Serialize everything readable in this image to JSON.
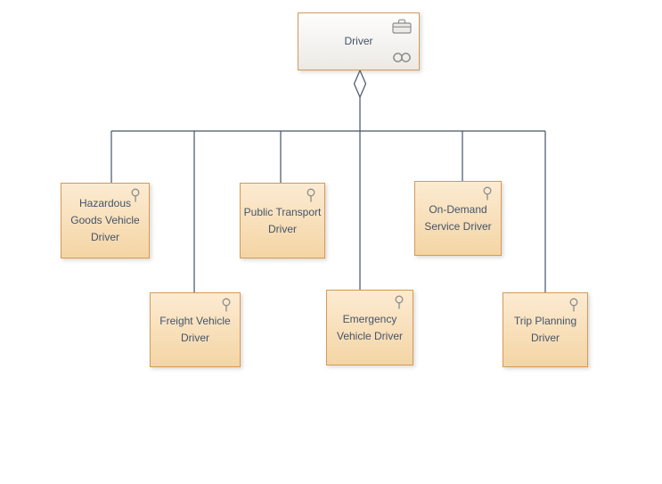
{
  "root": {
    "label": "Driver"
  },
  "children": [
    {
      "label": "Hazardous Goods Vehicle Driver"
    },
    {
      "label": "Public Transport Driver"
    },
    {
      "label": "On-Demand Service Driver"
    },
    {
      "label": "Freight Vehicle Driver"
    },
    {
      "label": "Emergency Vehicle Driver"
    },
    {
      "label": "Trip Planning Driver"
    }
  ],
  "icons": {
    "root_top": "briefcase-icon",
    "root_bottom": "link-icon",
    "child": "actor-lollipop-icon"
  },
  "relationship": "aggregation-diamond",
  "colors": {
    "child_fill_top": "#FCEBD2",
    "child_fill_bottom": "#F4D5A4",
    "node_border": "#D49A58",
    "root_fill_top": "#FEFEFE",
    "root_fill_bottom": "#ECE9E5",
    "connector": "#44546A",
    "text": "#44546A"
  }
}
